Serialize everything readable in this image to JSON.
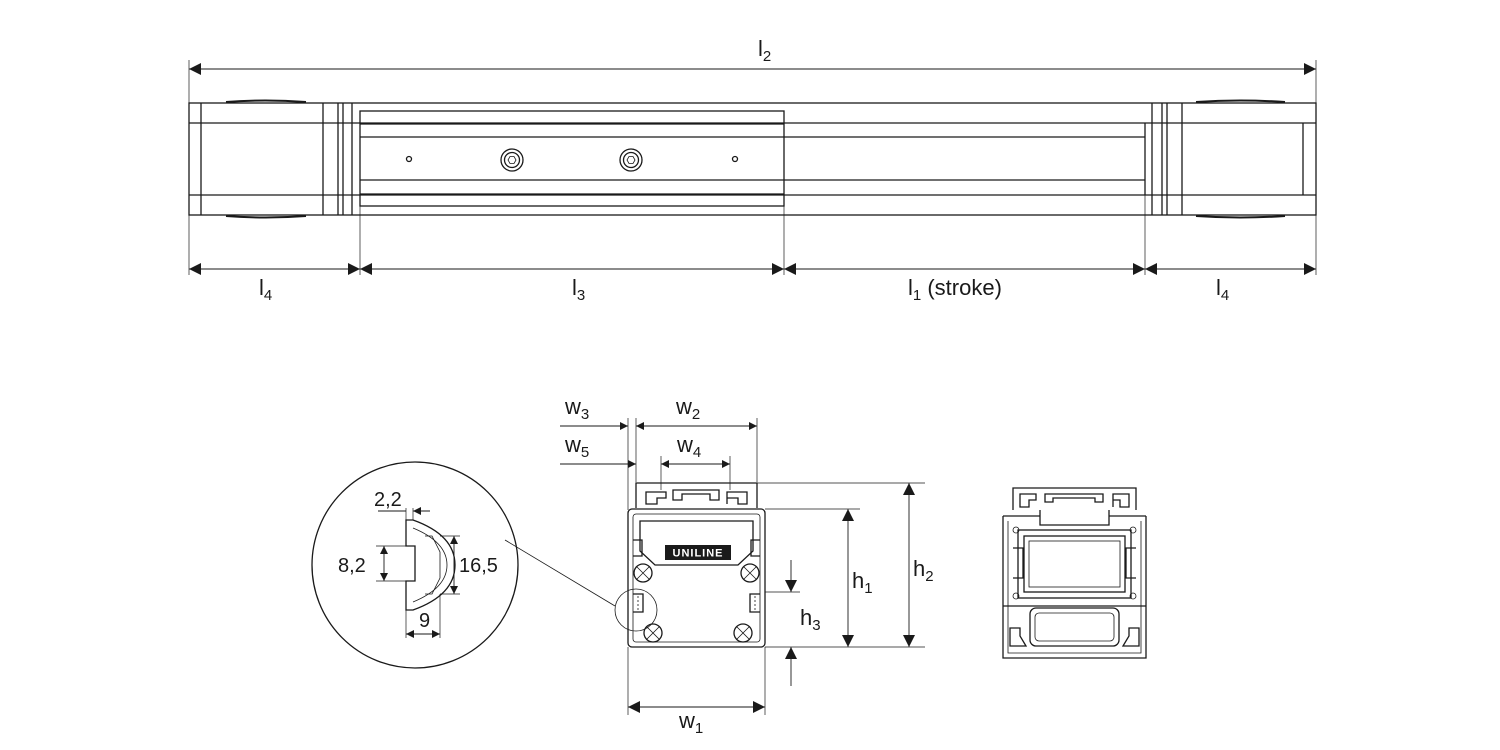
{
  "top_view": {
    "dim_l2": {
      "main": "l",
      "sub": "2"
    },
    "dim_l4_left": {
      "main": "l",
      "sub": "4"
    },
    "dim_l3": {
      "main": "l",
      "sub": "3"
    },
    "dim_l1": {
      "main": "l",
      "sub": "1",
      "suffix": " (stroke)"
    },
    "dim_l4_right": {
      "main": "l",
      "sub": "4"
    }
  },
  "end_view": {
    "dim_w3": {
      "main": "w",
      "sub": "3"
    },
    "dim_w2": {
      "main": "w",
      "sub": "2"
    },
    "dim_w5": {
      "main": "w",
      "sub": "5"
    },
    "dim_w4": {
      "main": "w",
      "sub": "4"
    },
    "dim_w1": {
      "main": "w",
      "sub": "1"
    },
    "dim_h1": {
      "main": "h",
      "sub": "1"
    },
    "dim_h2": {
      "main": "h",
      "sub": "2"
    },
    "dim_h3": {
      "main": "h",
      "sub": "3"
    },
    "logo_text": "UNILINE"
  },
  "detail": {
    "dim_top": "2,2",
    "dim_inner": "8,2",
    "dim_height": "16,5",
    "dim_width": "9"
  }
}
